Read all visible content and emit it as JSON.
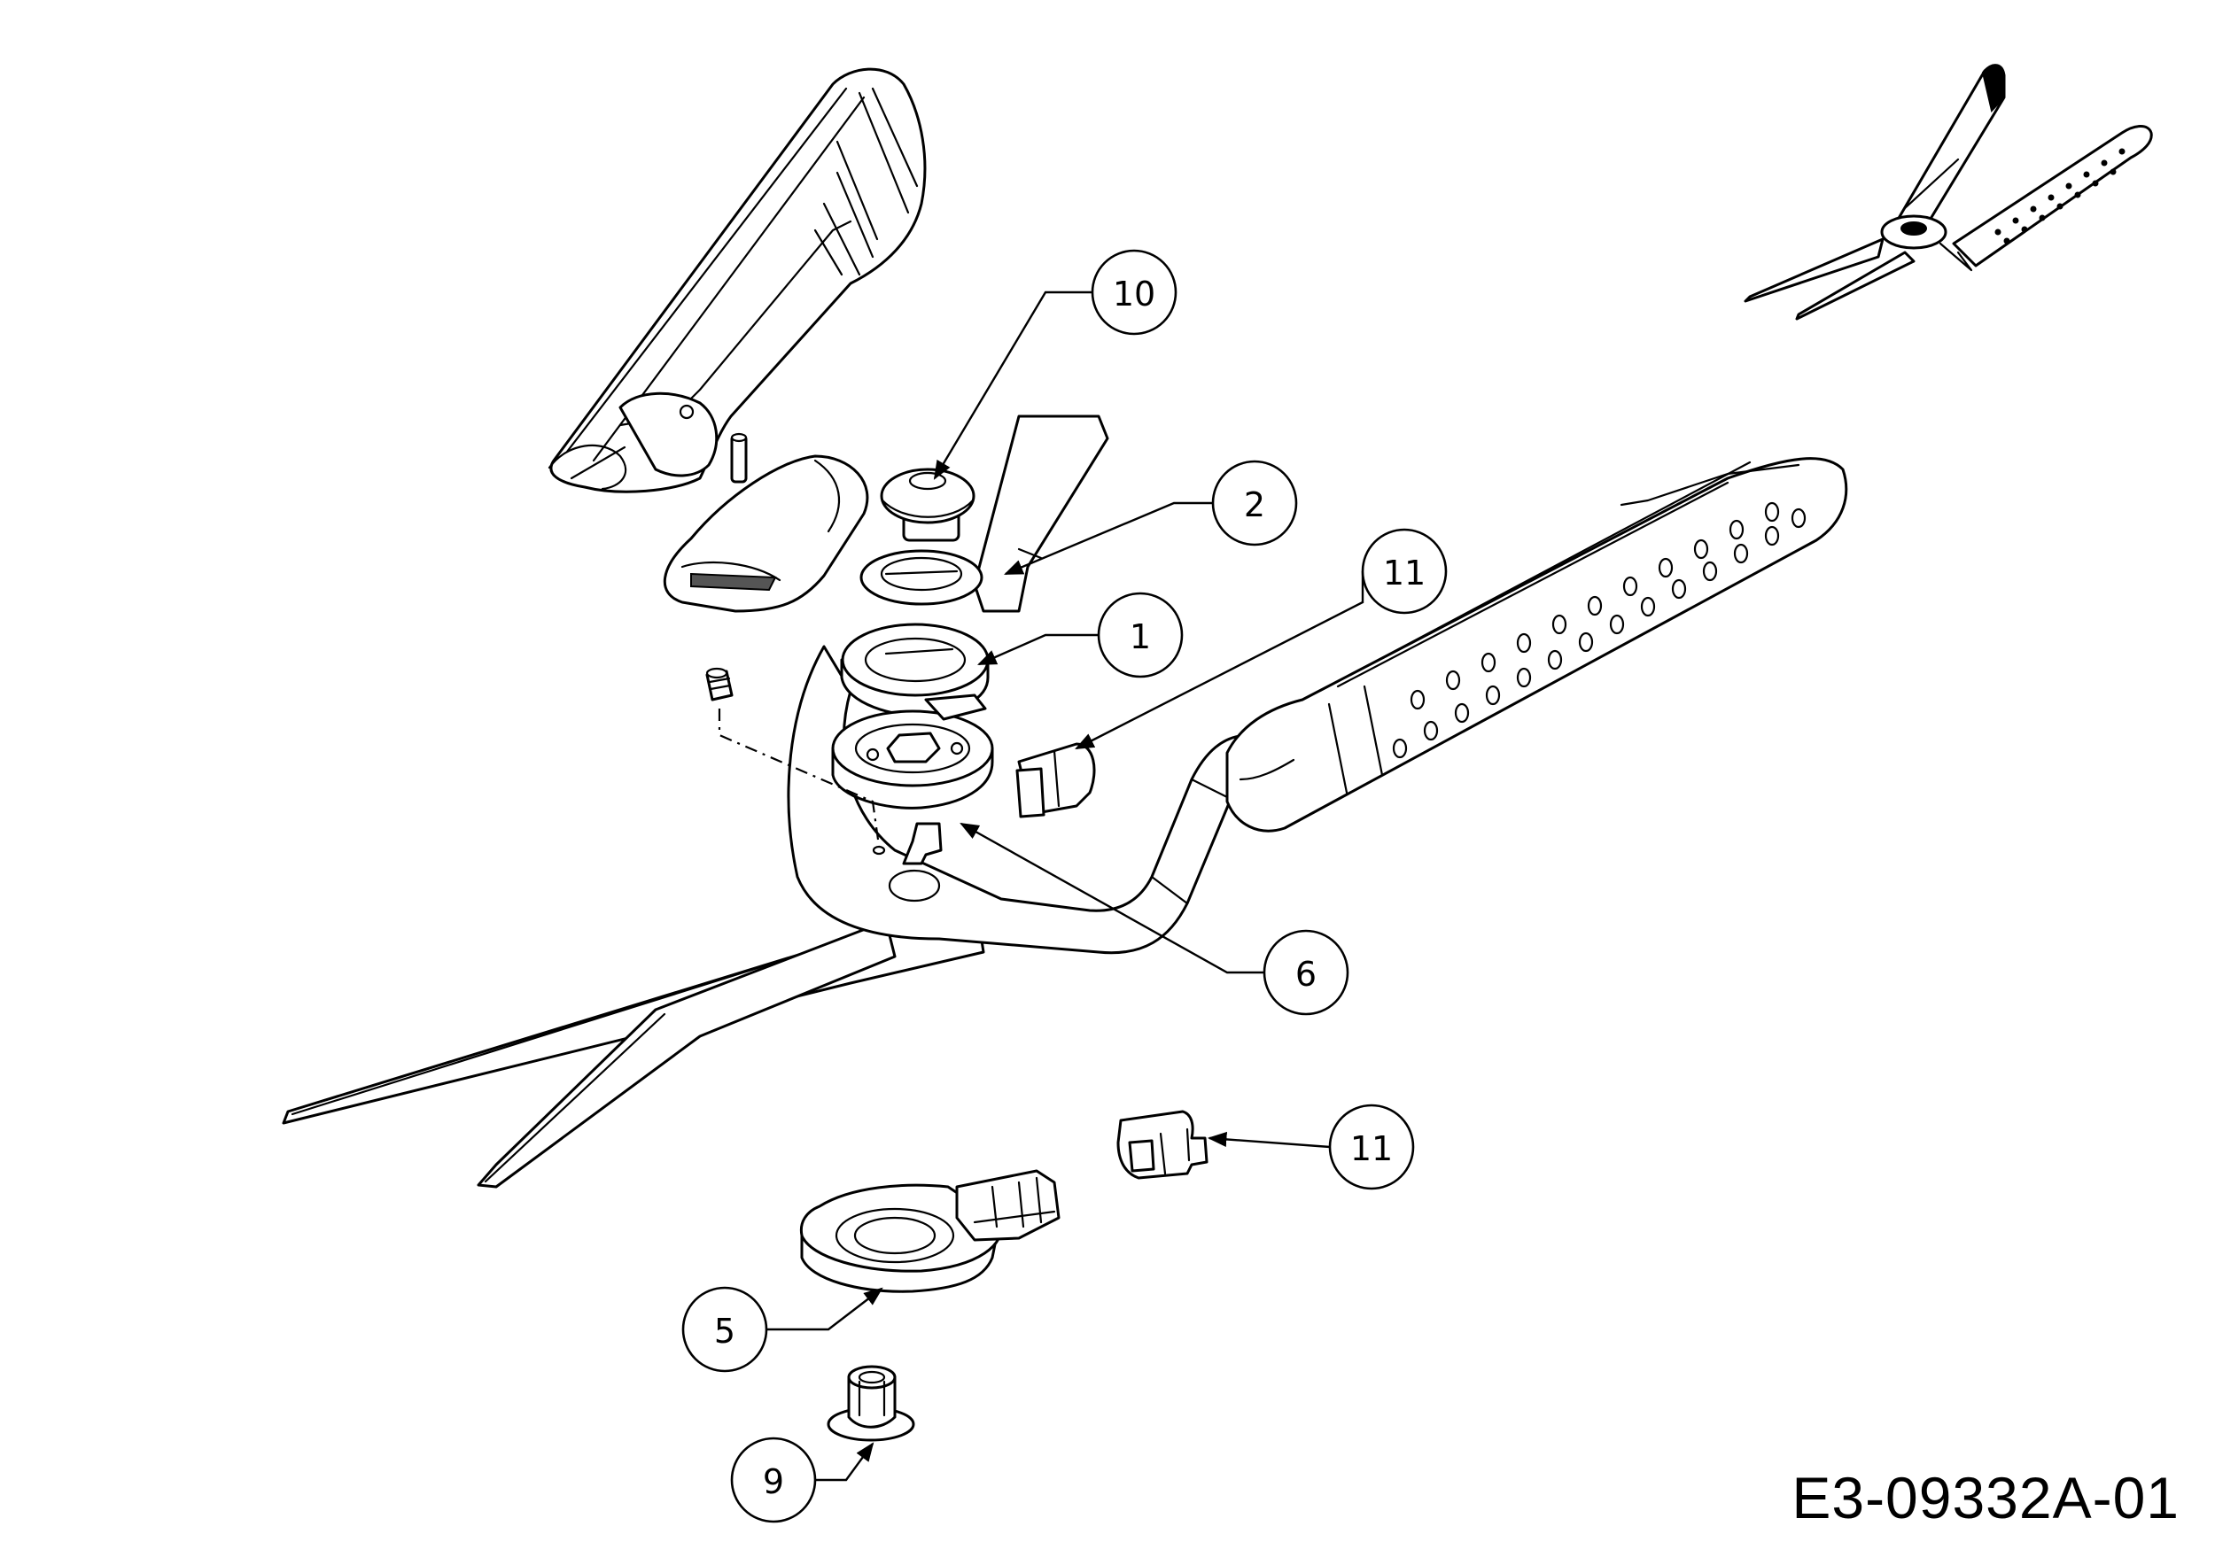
{
  "diagram": {
    "document_number": "E3-09332A-01",
    "callouts": [
      {
        "id": "callout-10",
        "label": "10"
      },
      {
        "id": "callout-2",
        "label": "2"
      },
      {
        "id": "callout-11-top",
        "label": "11"
      },
      {
        "id": "callout-1",
        "label": "1"
      },
      {
        "id": "callout-6",
        "label": "6"
      },
      {
        "id": "callout-11-bottom",
        "label": "11"
      },
      {
        "id": "callout-5",
        "label": "5"
      },
      {
        "id": "callout-9",
        "label": "9"
      }
    ]
  }
}
